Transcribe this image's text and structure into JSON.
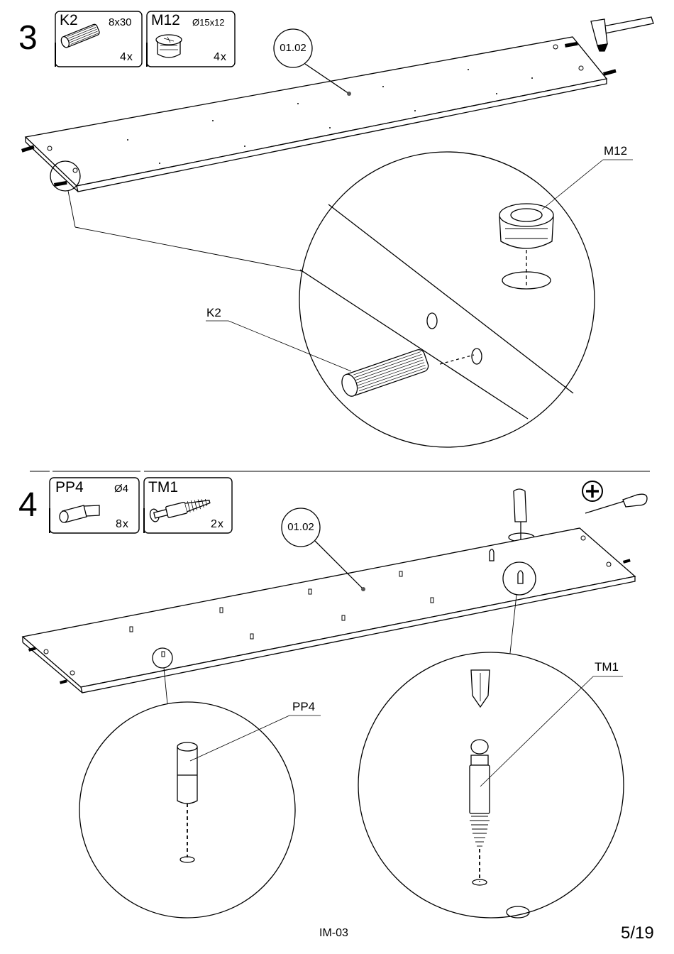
{
  "step3": {
    "number": "3",
    "parts": [
      {
        "code": "K2",
        "dimension": "8x30",
        "quantity": "4x",
        "icon": "wooden-dowel-icon"
      },
      {
        "code": "M12",
        "dimension": "Ø15x12",
        "quantity": "4x",
        "icon": "cam-lock-icon"
      }
    ],
    "panel_ref": "01.02",
    "callouts": {
      "cam": "M12",
      "dowel": "K2"
    },
    "tool": "hammer-icon"
  },
  "step4": {
    "number": "4",
    "parts": [
      {
        "code": "PP4",
        "dimension": "Ø4",
        "quantity": "8x",
        "icon": "shelf-pin-icon"
      },
      {
        "code": "TM1",
        "dimension": "",
        "quantity": "2x",
        "icon": "cam-bolt-icon"
      }
    ],
    "panel_ref": "01.02",
    "callouts": {
      "pin": "PP4",
      "bolt": "TM1"
    },
    "tool": "phillips-screwdriver-icon",
    "tool_symbol": "+"
  },
  "footer": {
    "doc_code": "IM-03",
    "page": "5/19"
  }
}
